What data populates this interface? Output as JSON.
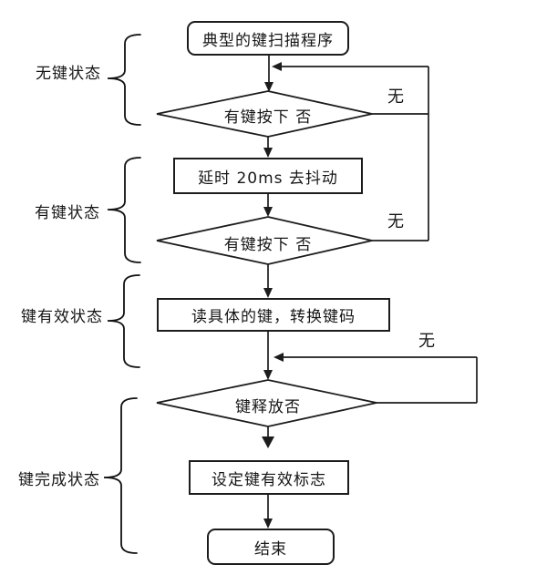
{
  "canvas": {
    "background": "#ffffff",
    "line_color": "#1c1c1c"
  },
  "nodes": [
    {
      "id": "start",
      "shape": "rounded-rect",
      "label": "典型的键扫描程序"
    },
    {
      "id": "decision-key-pressed-1",
      "shape": "diamond",
      "label": "有键按下 否"
    },
    {
      "id": "debounce",
      "shape": "rect",
      "label": "延时 20ms 去抖动"
    },
    {
      "id": "decision-key-pressed-2",
      "shape": "diamond",
      "label": "有键按下 否"
    },
    {
      "id": "read-key",
      "shape": "rect",
      "label": "读具体的键，转换键码"
    },
    {
      "id": "decision-key-released",
      "shape": "diamond",
      "label": "键释放否"
    },
    {
      "id": "set-flag",
      "shape": "rect",
      "label": "设定键有效标志"
    },
    {
      "id": "end",
      "shape": "rounded-rect",
      "label": "结束"
    }
  ],
  "branch_labels": [
    {
      "id": "no-branch-1",
      "text": "无"
    },
    {
      "id": "no-branch-2",
      "text": "无"
    },
    {
      "id": "no-branch-3",
      "text": "无"
    }
  ],
  "state_labels": [
    {
      "id": "state-no-key",
      "text": "无键状态"
    },
    {
      "id": "state-key-down",
      "text": "有键状态"
    },
    {
      "id": "state-key-valid",
      "text": "键有效状态"
    },
    {
      "id": "state-key-done",
      "text": "键完成状态"
    }
  ]
}
